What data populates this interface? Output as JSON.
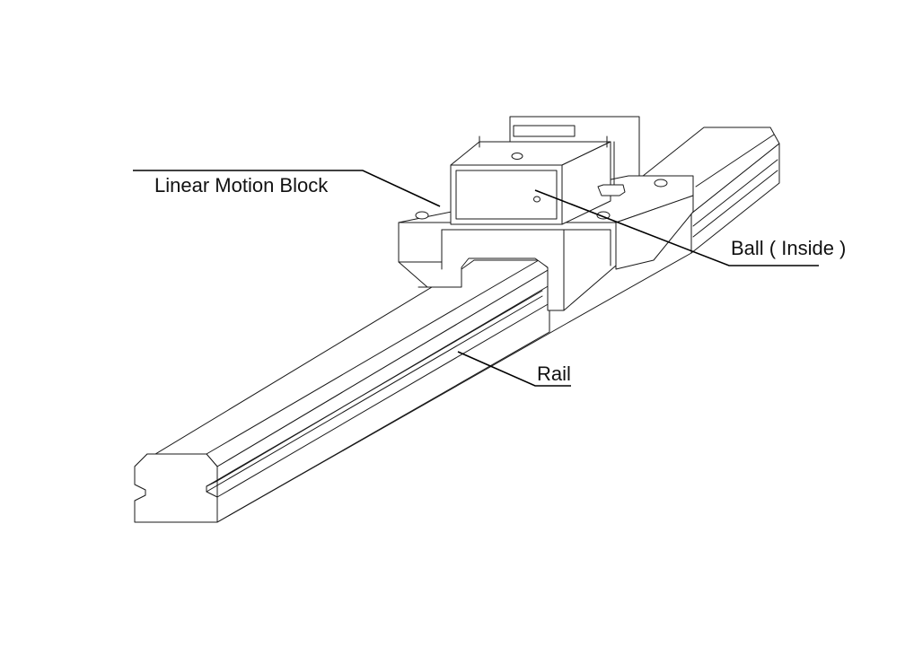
{
  "labels": {
    "block": "Linear Motion Block",
    "ball": "Ball ( Inside )",
    "rail": "Rail"
  },
  "colors": {
    "line": "#1a1a1a",
    "background": "#ffffff"
  }
}
